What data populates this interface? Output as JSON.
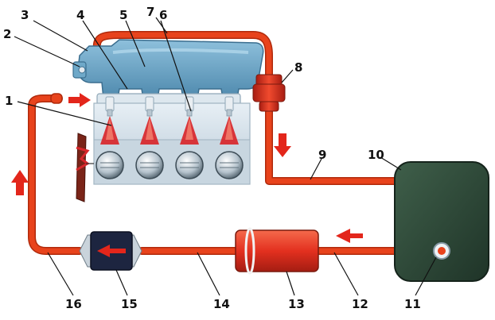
{
  "colors": {
    "fuel_line": "#e8431c",
    "fuel_line_edge": "#b02a0c",
    "flow_arrow": "#e3261b",
    "intake_manifold": "#6fa9c9",
    "engine_block": "#d6e3ec",
    "piston": "#c9d5dd",
    "injector_spray": "#d8262a",
    "fuel_tank": "#2f4a3a",
    "fuel_pump": "#e33324",
    "fuel_filter": "#1d2540",
    "ignition_coil": "#8a2a1c"
  },
  "callouts": [
    {
      "id": "1",
      "label": "1"
    },
    {
      "id": "2",
      "label": "2"
    },
    {
      "id": "3",
      "label": "3"
    },
    {
      "id": "4",
      "label": "4"
    },
    {
      "id": "5",
      "label": "5"
    },
    {
      "id": "6",
      "label": "6"
    },
    {
      "id": "7",
      "label": "7"
    },
    {
      "id": "8",
      "label": "8"
    },
    {
      "id": "9",
      "label": "9"
    },
    {
      "id": "10",
      "label": "10"
    },
    {
      "id": "11",
      "label": "11"
    },
    {
      "id": "12",
      "label": "12"
    },
    {
      "id": "13",
      "label": "13"
    },
    {
      "id": "14",
      "label": "14"
    },
    {
      "id": "15",
      "label": "15"
    },
    {
      "id": "16",
      "label": "16"
    }
  ]
}
